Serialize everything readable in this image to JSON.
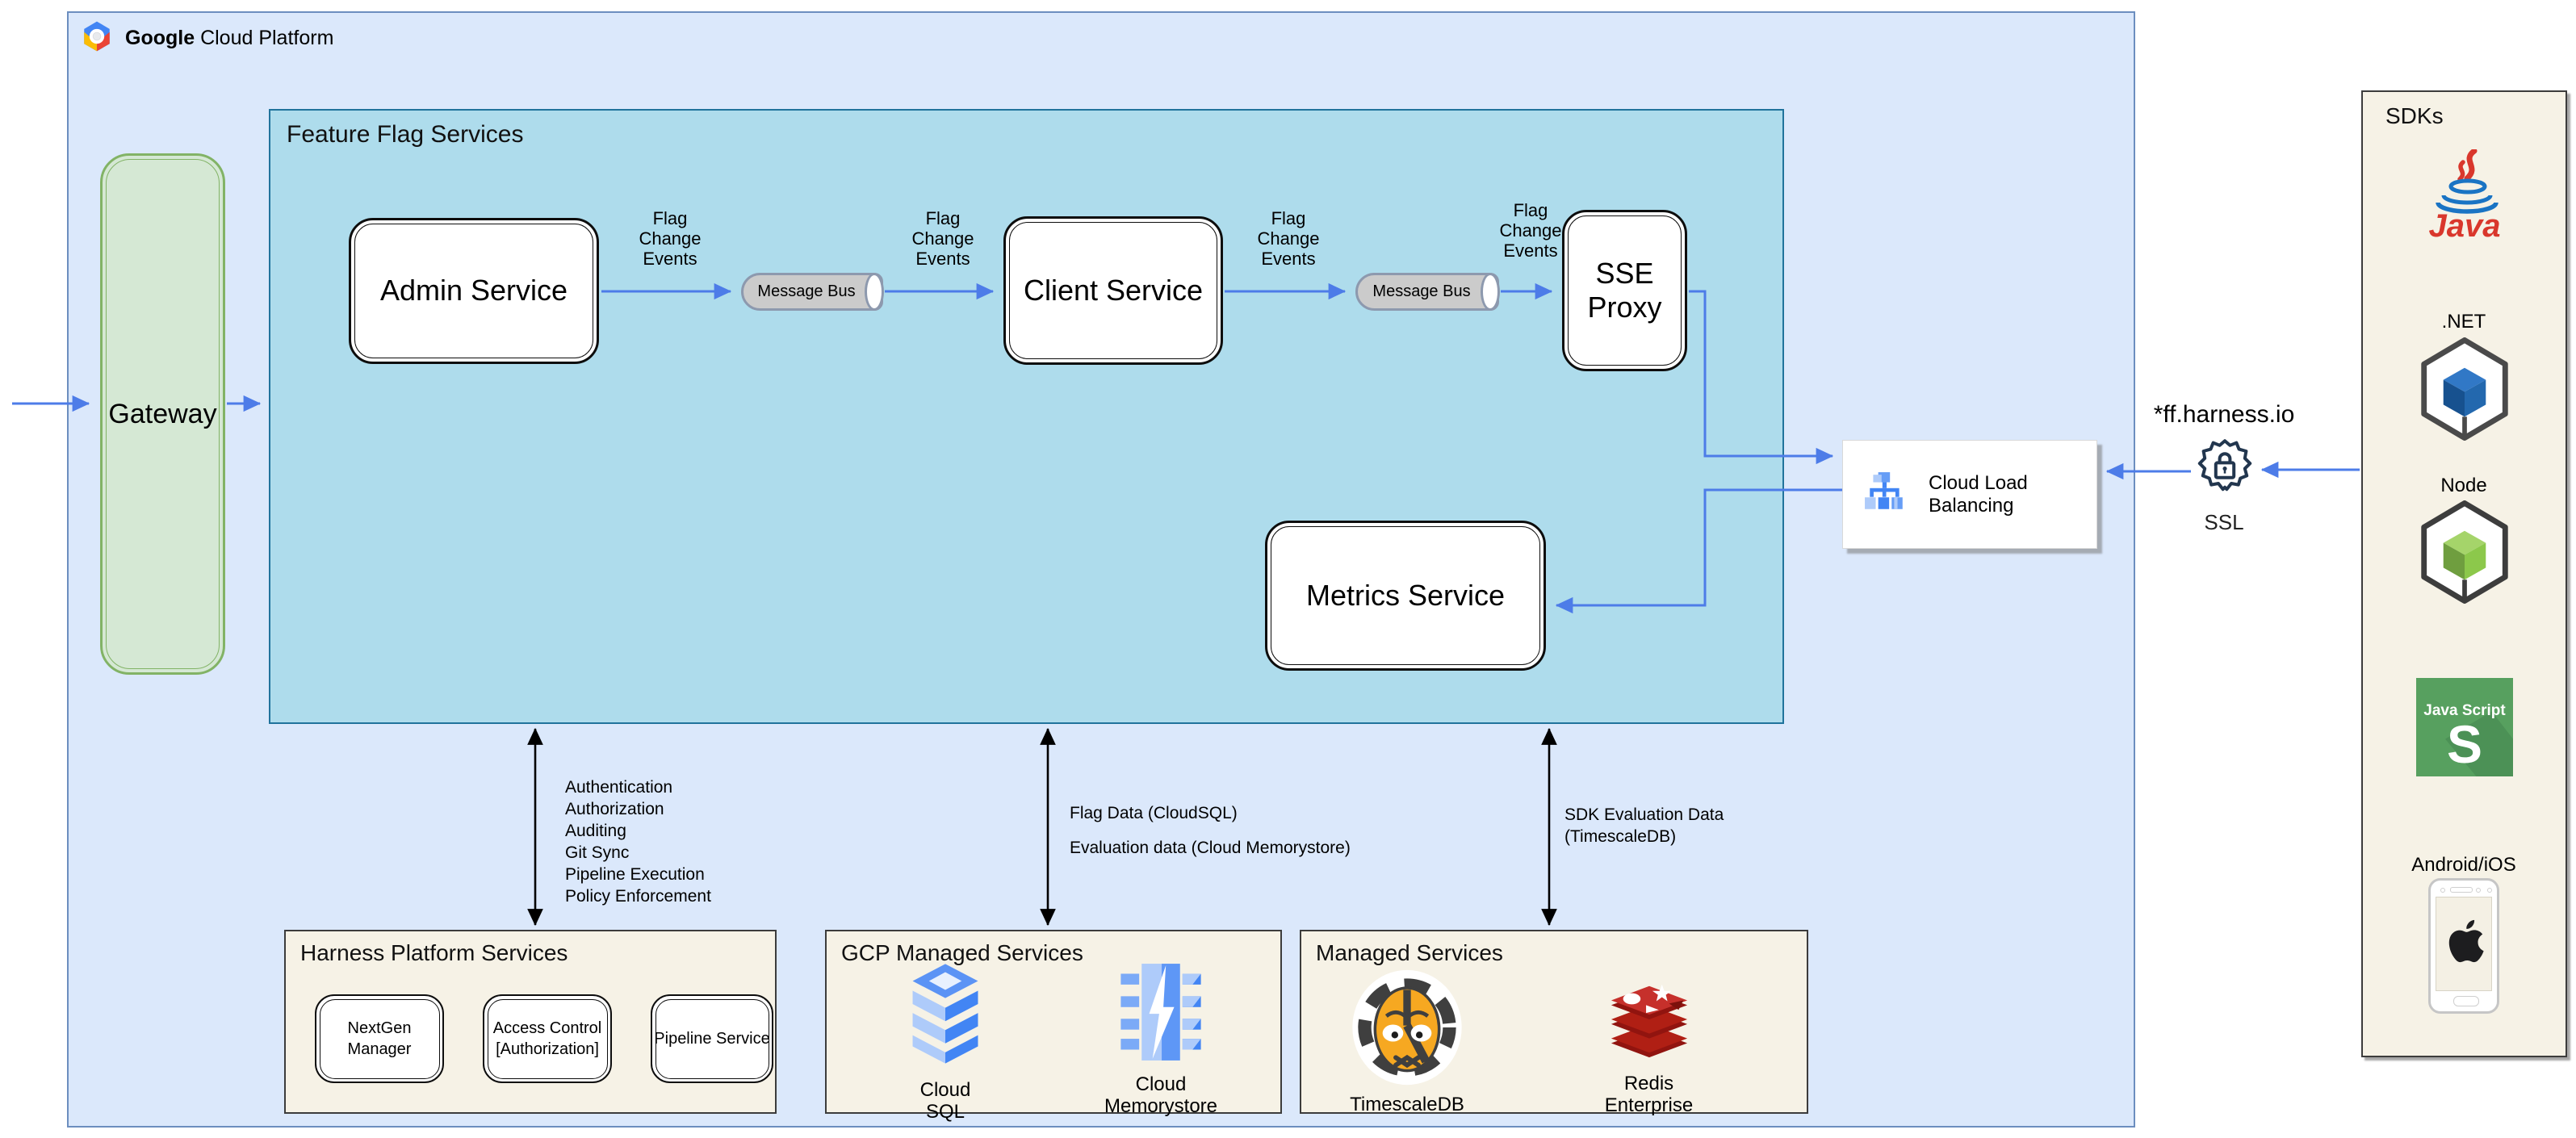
{
  "header": {
    "brand_bold": "Google",
    "brand_rest": "Cloud Platform"
  },
  "gateway": {
    "label": "Gateway"
  },
  "feature_flags": {
    "title": "Feature Flag Services",
    "admin_service": "Admin Service",
    "client_service": "Client Service",
    "sse_proxy": "SSE Proxy",
    "metrics_service": "Metrics Service",
    "message_bus_1": "Message Bus",
    "message_bus_2": "Message Bus",
    "flag_change_events": "Flag Change Events"
  },
  "load_balancing": {
    "label": "Cloud Load Balancing"
  },
  "ssl": {
    "domain": "*ff.harness.io",
    "label": "SSL"
  },
  "annotations": {
    "platform_list": [
      "Authentication",
      "Authorization",
      "Auditing",
      "Git Sync",
      "Pipeline Execution",
      "Policy Enforcement"
    ],
    "flag_data": "Flag Data (CloudSQL)",
    "evaluation_data": "Evaluation data (Cloud Memorystore)",
    "sdk_evaluation_line1": "SDK Evaluation Data",
    "sdk_evaluation_line2": "(TimescaleDB)"
  },
  "harness_platform": {
    "title": "Harness Platform Services",
    "service1": "NextGen Manager",
    "service2_line1": "Access Control",
    "service2_line2": "[Authorization]",
    "service3": "Pipeline Service"
  },
  "gcp_managed": {
    "title": "GCP Managed Services",
    "item1_line1": "Cloud",
    "item1_line2": "SQL",
    "item2_line1": "Cloud",
    "item2_line2": "Memorystore"
  },
  "managed": {
    "title": "Managed Services",
    "item1": "TimescaleDB",
    "item2_line1": "Redis",
    "item2_line2": "Enterprise"
  },
  "sdks": {
    "title": "SDKs",
    "java_label": "Java",
    "dotnet_label": ".NET",
    "node_label": "Node",
    "js_label_top": "Java Script",
    "js_label_s": "S",
    "mobile_label": "Android/iOS"
  },
  "colors": {
    "canvas_fill": "#dbe8fb",
    "canvas_border": "#6c8ebf",
    "feature_flag_fill": "#aedcec",
    "feature_flag_border": "#20739c",
    "gateway_fill": "#d5e8d4",
    "gateway_border": "#82b366",
    "panel_fill": "#f6f2e6",
    "panel_border": "#3c3c3c",
    "arrow_blue": "#4d7ce8",
    "arrow_black": "#000000",
    "bus_fill": "#cbcbcb",
    "bus_border": "#8d99ae",
    "gcp_blue": "#4285f4",
    "js_green": "#57a05f",
    "redis_red": "#b01f14",
    "tiger_orange": "#f6a821",
    "shield_navy": "#22364e"
  }
}
